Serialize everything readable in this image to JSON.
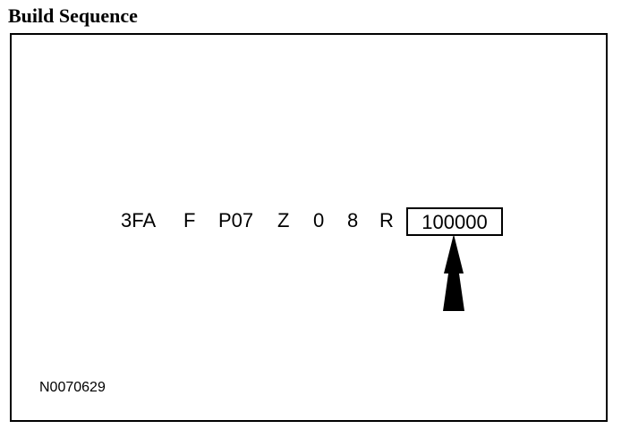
{
  "title": "Build Sequence",
  "vin": {
    "segments": [
      "3FA",
      "F",
      "P07",
      "Z",
      "0",
      "8",
      "R"
    ],
    "serial": "100000"
  },
  "reference_code": "N0070629",
  "arrow_icon": "up-arrow-icon"
}
